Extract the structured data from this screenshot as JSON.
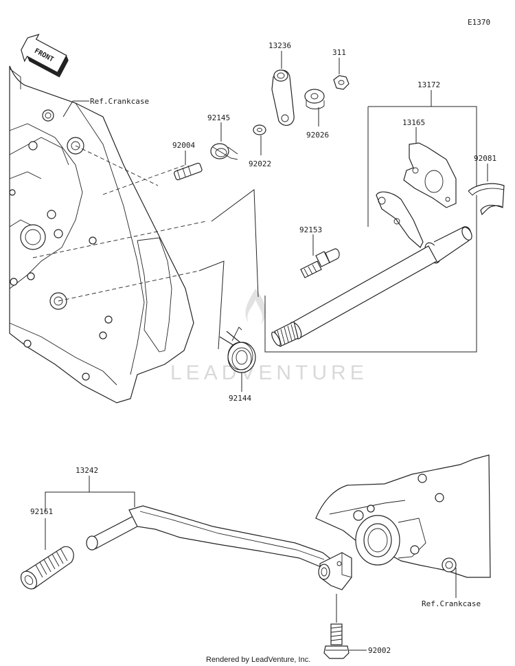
{
  "diagram_code": "E1370",
  "front_label": "FRONT",
  "watermark": "LEADVENTURE",
  "footer": "Rendered by LeadVenture, Inc.",
  "parts": {
    "p13236": "13236",
    "p311": "311",
    "p13172": "13172",
    "p13165": "13165",
    "p92081": "92081",
    "p92145": "92145",
    "p92004": "92004",
    "p92022": "92022",
    "p92026": "92026",
    "p92153": "92153",
    "p92144": "92144",
    "p13242": "13242",
    "p92161": "92161",
    "p92002": "92002"
  },
  "refs": {
    "crankcase_top": "Ref.Crankcase",
    "crankcase_bottom": "Ref.Crankcase"
  }
}
